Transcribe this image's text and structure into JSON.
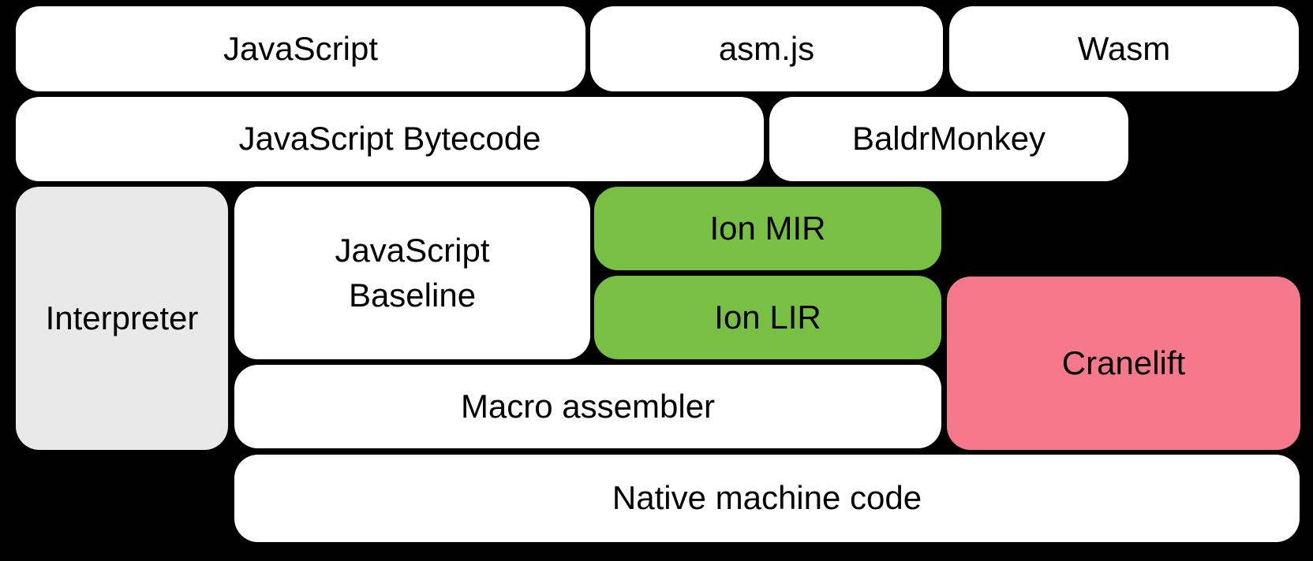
{
  "diagram": {
    "description": "Compiler pipeline layer diagram",
    "boxes": [
      {
        "id": "javascript",
        "label": "JavaScript",
        "color": "white"
      },
      {
        "id": "asmjs",
        "label": "asm.js",
        "color": "white"
      },
      {
        "id": "wasm",
        "label": "Wasm",
        "color": "white"
      },
      {
        "id": "javascript-bytecode",
        "label": "JavaScript Bytecode",
        "color": "white"
      },
      {
        "id": "baldrmonkey",
        "label": "BaldrMonkey",
        "color": "white"
      },
      {
        "id": "interpreter",
        "label": "Interpreter",
        "color": "gray"
      },
      {
        "id": "javascript-baseline",
        "label": "JavaScript Baseline",
        "color": "white"
      },
      {
        "id": "ion-mir",
        "label": "Ion MIR",
        "color": "green"
      },
      {
        "id": "ion-lir",
        "label": "Ion LIR",
        "color": "green"
      },
      {
        "id": "cranelift",
        "label": "Cranelift",
        "color": "pink"
      },
      {
        "id": "macro-assembler",
        "label": "Macro assembler",
        "color": "white"
      },
      {
        "id": "native-machine-code",
        "label": "Native machine code",
        "color": "white"
      }
    ]
  },
  "colors": {
    "background": "#000000",
    "box_white": "#ffffff",
    "box_gray": "#e9e9e9",
    "box_green": "#77c043",
    "box_pink": "#f5798a",
    "text": "#000000"
  }
}
